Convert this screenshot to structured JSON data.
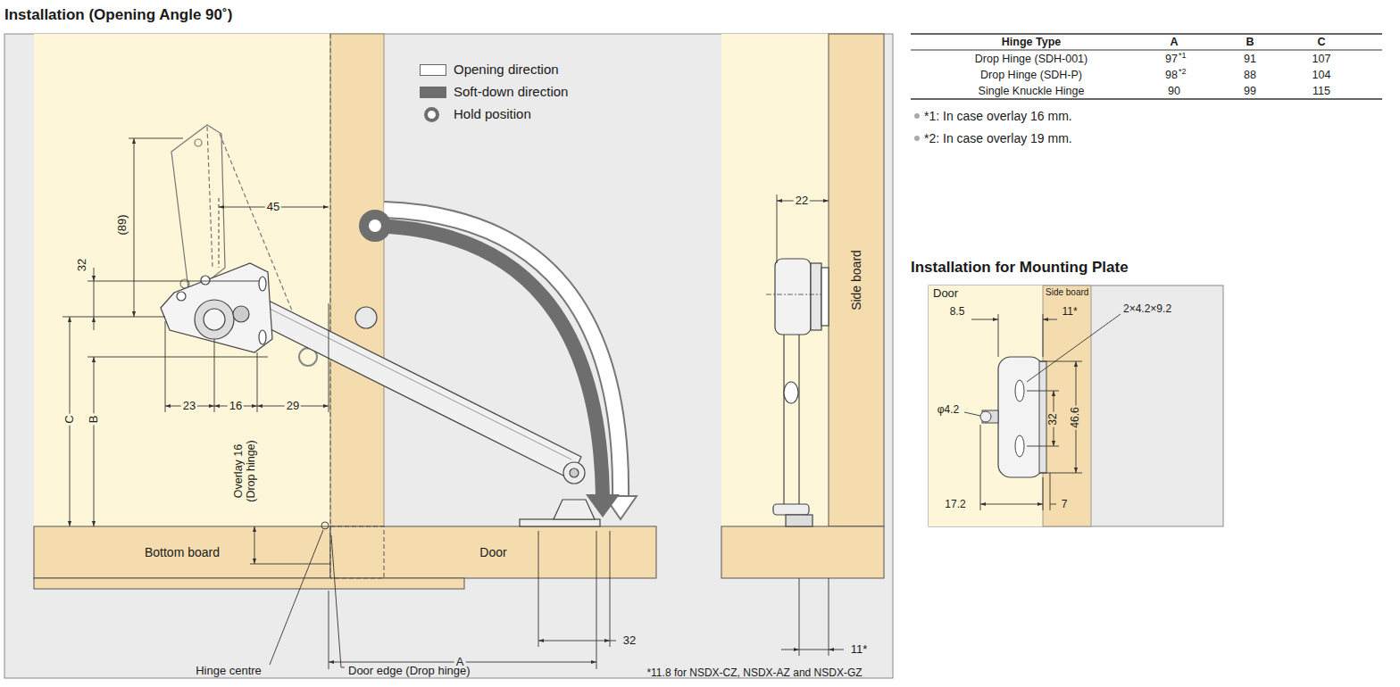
{
  "diagram": {
    "title": "Installation (Opening Angle 90˚)",
    "nodes": [
      {
        "text": [
          "Bottom board"
        ]
      },
      {
        "text": [
          "Door"
        ]
      },
      {
        "text": [
          "Side board"
        ]
      },
      {
        "text": [
          "Door"
        ]
      },
      {
        "text": [
          "Side board"
        ]
      }
    ],
    "labels": [
      "45",
      "(89)",
      "32",
      "23",
      "16",
      "29",
      "C",
      "B",
      "Overlay 16 (Drop hinge)",
      "A",
      "32",
      "Hinge centre",
      "Door edge (Drop hinge)",
      "22",
      "11*",
      "*11.8 for NSDX-CZ, NSDX-AZ and NSDX-GZ",
      "Hinge Type",
      "A",
      "B",
      "C",
      "Drop Hinge (SDH-001)",
      "97",
      "*1",
      "91",
      "107",
      "Drop Hinge (SDH-P)",
      "98",
      "*2",
      "88",
      "104",
      "Single Knuckle Hinge",
      "90",
      "99",
      "115",
      "*1: In case overlay 16 mm.",
      "*2: In case overlay 19 mm.",
      "Installation for Mounting Plate",
      "8.5",
      "11*",
      "2×4.2×9.2",
      "φ4.2",
      "32",
      "46.6",
      "17.2",
      "7"
    ],
    "legend": [
      {
        "text": "Opening direction"
      },
      {
        "text": "Soft-down direction",
        "color": "#6e6e6e"
      },
      {
        "text": "Hold position"
      }
    ]
  }
}
